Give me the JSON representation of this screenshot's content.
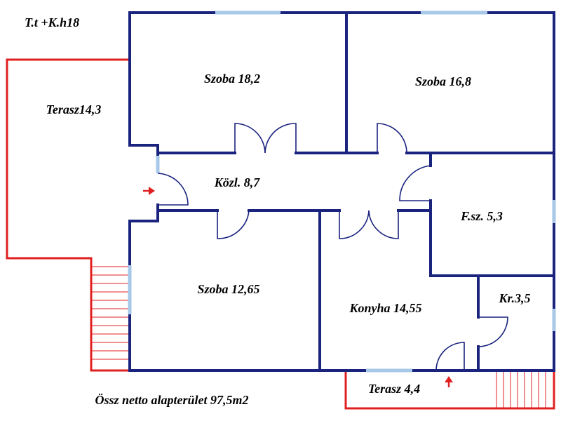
{
  "header": {
    "title": "T.t +K.h18"
  },
  "rooms": {
    "szoba_1": "Szoba 18,2",
    "szoba_2": "Szoba 16,8",
    "terrace_main": "Terasz14,3",
    "hallway": "Közl. 8,7",
    "bathroom": "F.sz. 5,3",
    "szoba_3": "Szoba 12,65",
    "kitchen": "Konyha 14,55",
    "storage": "Kr.3,5",
    "terrace_small": "Terasz 4,4"
  },
  "footer": {
    "total_area": "Össz netto alapterület 97,5m2"
  },
  "colors": {
    "wall": "#1a237e",
    "terrace": "#e02020",
    "window": "#a8c8e8",
    "door": "#1a237e",
    "entry_arrow": "#e02020"
  }
}
